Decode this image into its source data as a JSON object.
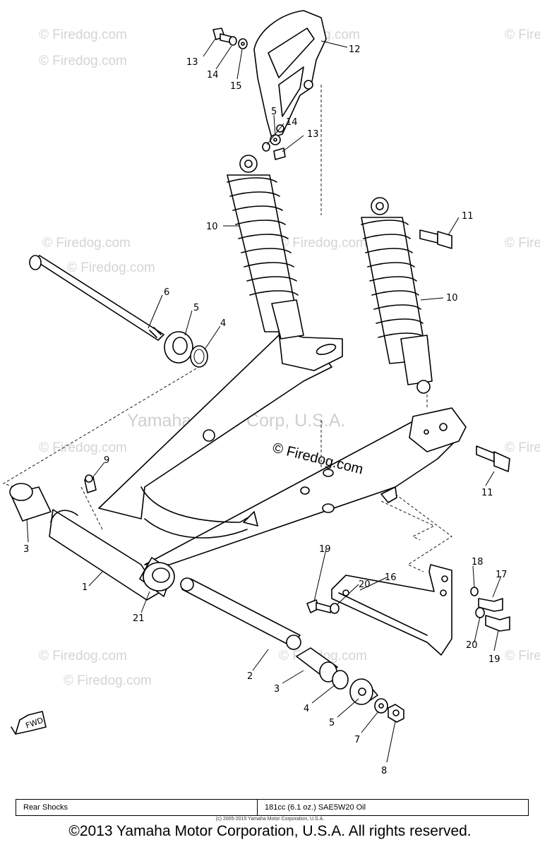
{
  "watermarks": {
    "site": "© Firedog.com",
    "center": "© Firedog.com",
    "corporate": "Yamaha Motor Corp, U.S.A."
  },
  "callouts": {
    "c1": "1",
    "c2": "2",
    "c3a": "3",
    "c3b": "3",
    "c4a": "4",
    "c4b": "4",
    "c5a": "5",
    "c5b": "5",
    "c5c": "5",
    "c6": "6",
    "c7": "7",
    "c8": "8",
    "c9": "9",
    "c10a": "10",
    "c10b": "10",
    "c11a": "11",
    "c11b": "11",
    "c12": "12",
    "c13a": "13",
    "c13b": "13",
    "c14a": "14",
    "c14b": "14",
    "c15": "15",
    "c16": "16",
    "c17": "17",
    "c18": "18",
    "c19a": "19",
    "c19b": "19",
    "c20a": "20",
    "c20b": "20",
    "c21": "21"
  },
  "fwd_label": "FWD",
  "spec_table": {
    "label": "Rear Shocks",
    "value": "181cc (6.1 oz.) SAE5W20 Oil"
  },
  "small_copyright": "(c) 2005-2015 Yamaha Motor Corporation, U.S.A.",
  "main_copyright": "©2013 Yamaha Motor Corporation, U.S.A. All rights reserved."
}
